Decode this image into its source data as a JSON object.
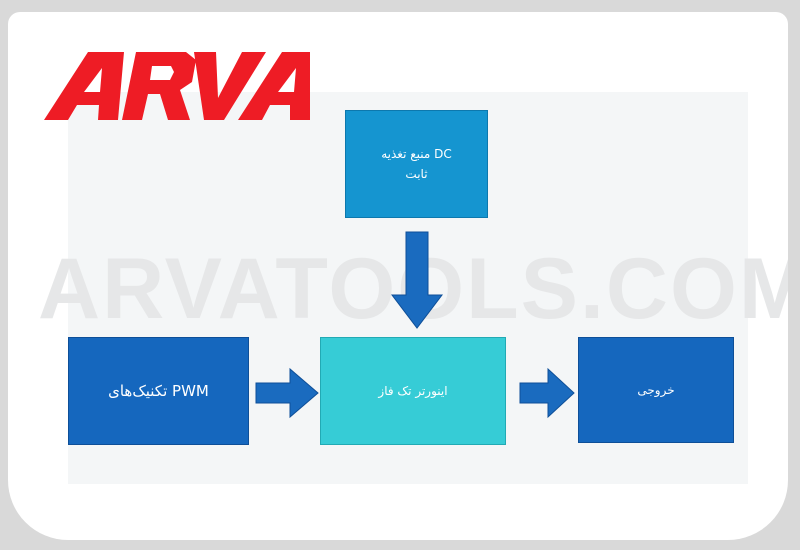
{
  "logo": {
    "text": "ARVA",
    "color": "#ee1c25"
  },
  "watermark": "ARVATOOLS.COM",
  "diagram": {
    "dc_source": {
      "line1": "منبع تغذیه DC",
      "line2": "ثابت"
    },
    "pwm": {
      "label": "تکنیک‌های PWM"
    },
    "inverter": {
      "label": "اینورتر تک فاز"
    },
    "output": {
      "label": "خروجی"
    }
  },
  "colors": {
    "arrow": "#1a6bbf",
    "box_dark": "#1567be",
    "box_mid": "#1595d0",
    "box_light": "#36ccd6"
  }
}
